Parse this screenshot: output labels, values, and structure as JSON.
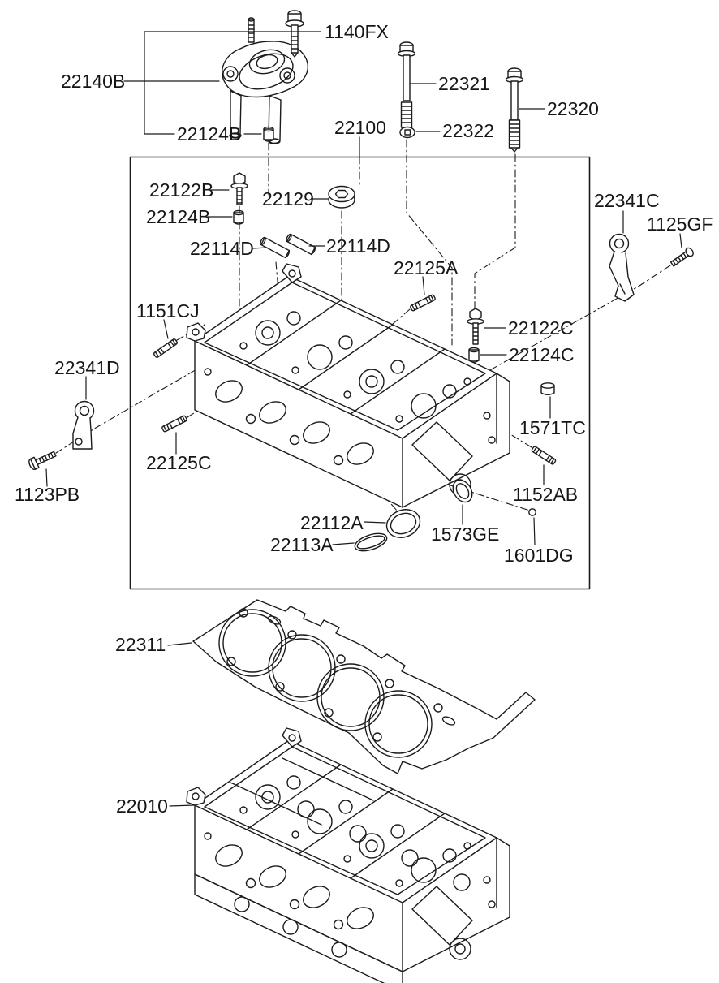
{
  "diagram": {
    "kind": "exploded-parts-diagram",
    "subject": "engine cylinder head assembly",
    "colors": {
      "background": "#ffffff",
      "line": "#1b1b1b",
      "text": "#161616"
    },
    "labels": [
      {
        "id": "1140FX",
        "text": "1140FX"
      },
      {
        "id": "22140B",
        "text": "22140B"
      },
      {
        "id": "22124B-a",
        "text": "22124B"
      },
      {
        "id": "22321",
        "text": "22321"
      },
      {
        "id": "22322",
        "text": "22322"
      },
      {
        "id": "22320",
        "text": "22320"
      },
      {
        "id": "22100",
        "text": "22100"
      },
      {
        "id": "22122B",
        "text": "22122B"
      },
      {
        "id": "22124B-b",
        "text": "22124B"
      },
      {
        "id": "22129",
        "text": "22129"
      },
      {
        "id": "22341C",
        "text": "22341C"
      },
      {
        "id": "1125GF",
        "text": "1125GF"
      },
      {
        "id": "22114D-a",
        "text": "22114D"
      },
      {
        "id": "22114D-b",
        "text": "22114D"
      },
      {
        "id": "22125A",
        "text": "22125A"
      },
      {
        "id": "1151CJ",
        "text": "1151CJ"
      },
      {
        "id": "22122C",
        "text": "22122C"
      },
      {
        "id": "22124C",
        "text": "22124C"
      },
      {
        "id": "22341D",
        "text": "22341D"
      },
      {
        "id": "1571TC",
        "text": "1571TC"
      },
      {
        "id": "22125C",
        "text": "22125C"
      },
      {
        "id": "1123PB",
        "text": "1123PB"
      },
      {
        "id": "1152AB",
        "text": "1152AB"
      },
      {
        "id": "22112A",
        "text": "22112A"
      },
      {
        "id": "1573GE",
        "text": "1573GE"
      },
      {
        "id": "22113A",
        "text": "22113A"
      },
      {
        "id": "1601DG",
        "text": "1601DG"
      },
      {
        "id": "22311",
        "text": "22311"
      },
      {
        "id": "22010",
        "text": "22010"
      }
    ]
  }
}
